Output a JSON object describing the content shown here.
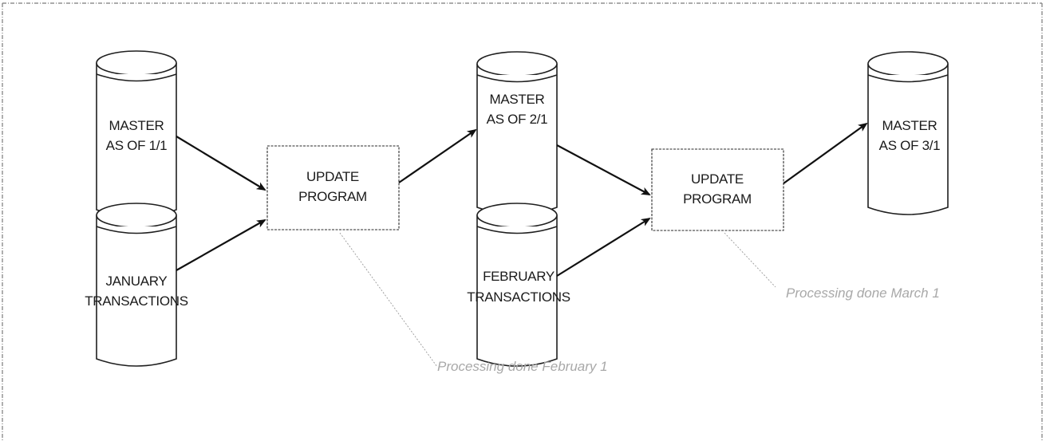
{
  "nodes": {
    "master_jan": {
      "line1": "MASTER",
      "line2": "AS OF 1/1"
    },
    "jan_transactions": {
      "line1": "JANUARY",
      "line2": "TRANSACTIONS"
    },
    "update_program_1": {
      "line1": "UPDATE",
      "line2": "PROGRAM"
    },
    "master_feb": {
      "line1": "MASTER",
      "line2": "AS OF 2/1"
    },
    "feb_transactions": {
      "line1": "FEBRUARY",
      "line2": "TRANSACTIONS"
    },
    "update_program_2": {
      "line1": "UPDATE",
      "line2": "PROGRAM"
    },
    "master_mar": {
      "line1": "MASTER",
      "line2": "AS OF 3/1"
    }
  },
  "notes": {
    "feb_processing": "Processing done February 1",
    "mar_processing": "Processing done March 1"
  }
}
